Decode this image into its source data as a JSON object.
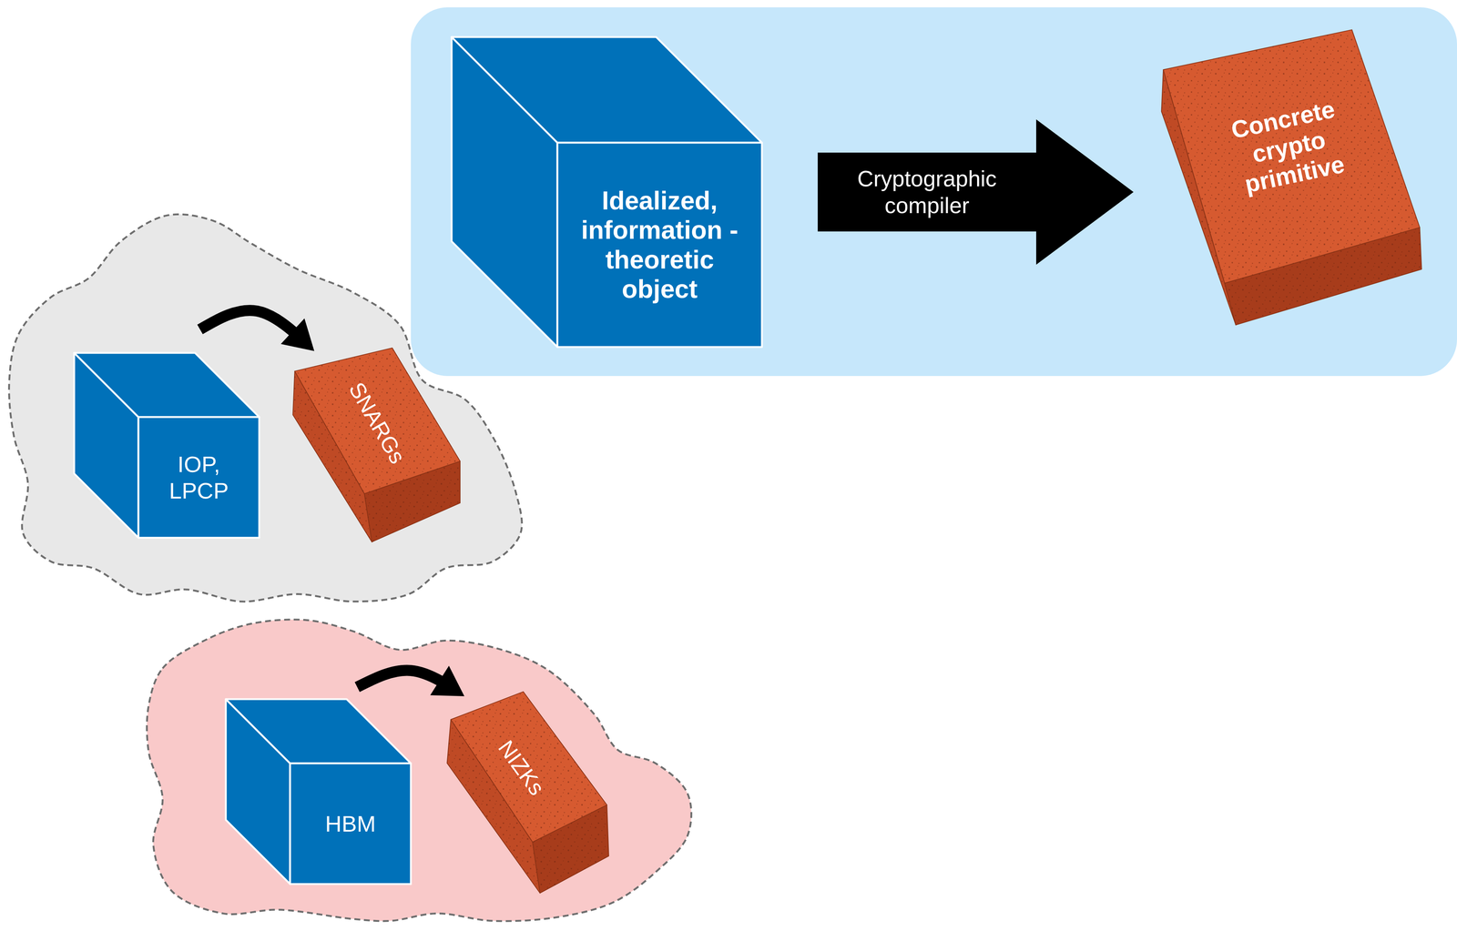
{
  "diagram": {
    "nodes": [
      {
        "text": [
          "Idealized, information -theoretic object"
        ]
      },
      {
        "text": [
          "Concrete crypto primitive"
        ]
      },
      {
        "text": [
          "IOP, LPCP"
        ]
      },
      {
        "text": [
          "SNARGs"
        ]
      },
      {
        "text": [
          "HBM"
        ]
      },
      {
        "text": [
          "NIZKs"
        ]
      }
    ],
    "edges": [
      {
        "from": 0,
        "to": 1,
        "arrow": "to",
        "label": "Cryptographic compiler"
      },
      {
        "from": 2,
        "to": 3,
        "arrow": "to"
      },
      {
        "from": 4,
        "to": 5,
        "arrow": "to"
      }
    ]
  }
}
